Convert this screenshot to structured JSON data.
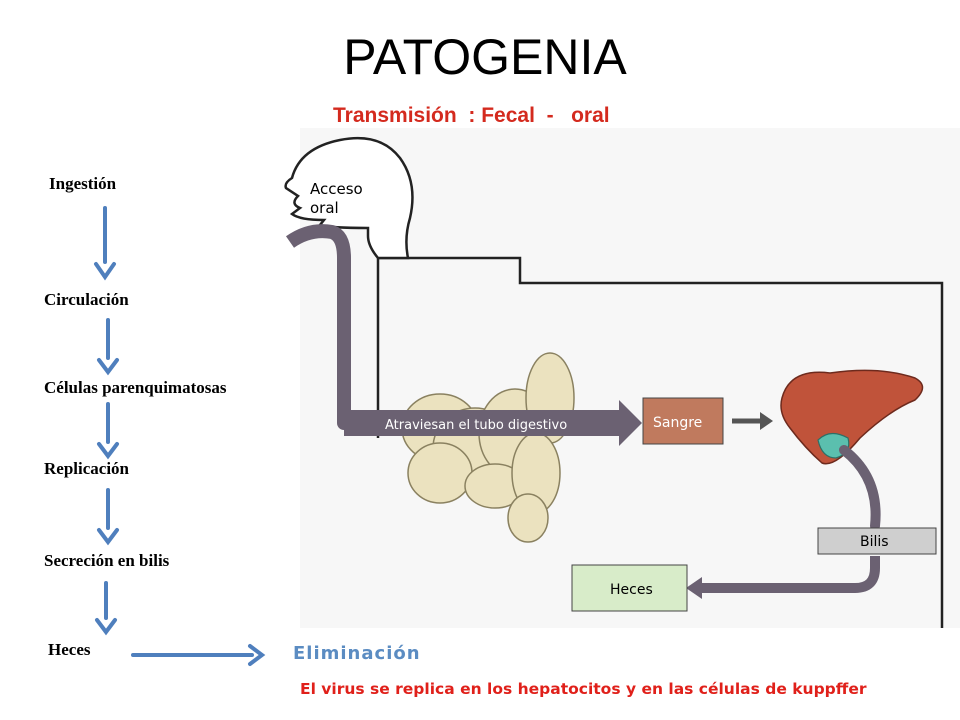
{
  "title": "PATOGENIA",
  "subtitle": "Transmisión  : Fecal  -   oral",
  "steps": [
    "Ingestión",
    "Circulación",
    "Células parenquimatosas",
    "Replicación",
    "Secreción en bilis",
    "Heces"
  ],
  "elimination": "Eliminación",
  "footnote": "El virus se replica en los hepatocitos y en las células de kuppffer",
  "figure": {
    "access_line1": "Acceso",
    "access_line2": "oral",
    "tract_label": "Atraviesan el tubo digestivo",
    "blood": "Sangre",
    "bile": "Bilis",
    "feces": "Heces"
  },
  "colors": {
    "title_red": "#d42a1e",
    "arrow_blue": "#4f7fbd",
    "tract": "#6b6172",
    "liver": "#c0533a",
    "gallbladder": "#5bbfae",
    "sangre_box": "#c07a5e",
    "feces_box": "#d8ecc9",
    "intestine": "#ebe2bf"
  }
}
